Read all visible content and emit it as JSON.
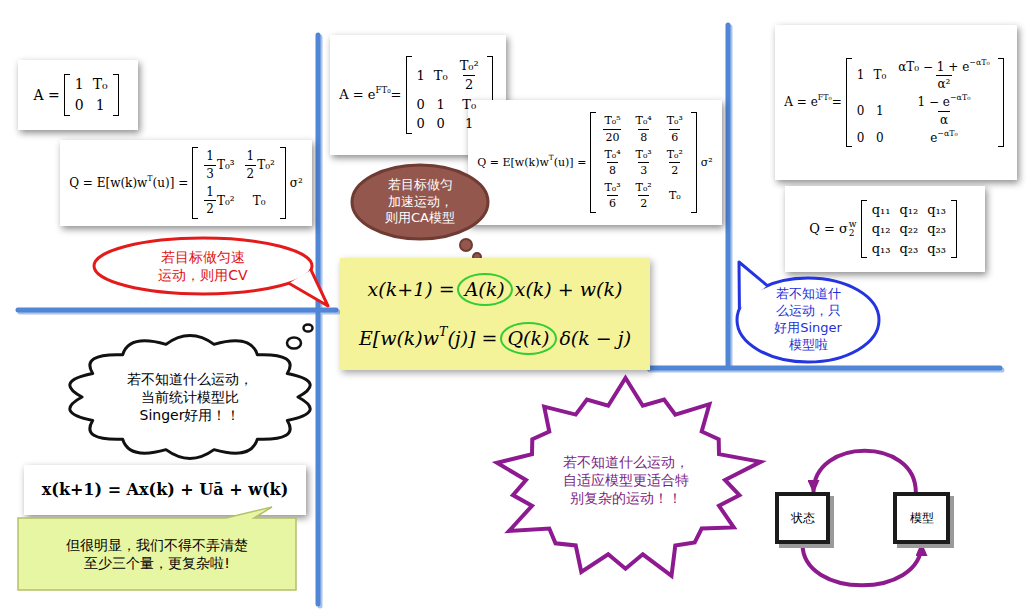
{
  "diagram": {
    "nodes": [
      {
        "text": [
          "A =",
          "1",
          "T₀",
          "0",
          "1"
        ]
      },
      {
        "text": [
          "Q = E[w(k)w",
          "T",
          "(u)] =",
          "1",
          "3",
          "T₀³",
          "1",
          "2",
          "T₀²",
          "1",
          "2",
          "T₀²",
          "T₀",
          "σ²"
        ]
      },
      {
        "text": [
          "若目标做匀速运动，则用CV"
        ]
      },
      {
        "text": [
          "A = e",
          "FT₀",
          "=",
          "1",
          "T₀",
          "T₀²",
          "2",
          "0",
          "1",
          "T₀",
          "0",
          "0",
          "1"
        ]
      },
      {
        "text": [
          "Q = E[w(k)w",
          "T",
          "(u)] =",
          "T₀⁵",
          "20",
          "T₀⁴",
          "8",
          "T₀³",
          "6",
          "T₀⁴",
          "8",
          "T₀³",
          "3",
          "T₀²",
          "2",
          "T₀³",
          "6",
          "T₀²",
          "2",
          "T₀",
          "σ²"
        ]
      },
      {
        "text": [
          "若目标做匀加速运动，则用CA模型"
        ]
      },
      {
        "text": [
          "x(k+1) =",
          "A(k)",
          "x(k) + w(k)",
          "E[w(k)w",
          "T",
          "(j)] =",
          "Q(k)",
          "δ(k − j)"
        ]
      },
      {
        "text": [
          "A = e",
          "FT₀",
          "=",
          "1",
          "T₀",
          "αT₀ − 1 + e",
          "−αT₀",
          "α²",
          "0",
          "1",
          "1 − e",
          "−αT₀",
          "α",
          "0",
          "0",
          "e",
          "−αT₀"
        ]
      },
      {
        "text": [
          "Q = σ",
          "2",
          "w",
          "q₁₁",
          "q₁₂",
          "q₁₃",
          "q₁₂",
          "q₂₂",
          "q₂₃",
          "q₁₃",
          "q₂₃",
          "q₃₃"
        ]
      },
      {
        "text": [
          "若不知道什么运动，只好用Singer模型啦"
        ]
      },
      {
        "text": [
          "若不知道什么运动，当前统计模型比Singer好用！！"
        ]
      },
      {
        "text": [
          "x(k+1) = Ax(k) + Uā + w(k)"
        ]
      },
      {
        "text": [
          "但很明显，我们不得不弄清楚至少三个量，更复杂啦!"
        ]
      },
      {
        "text": [
          "若不知道什么运动，自适应模型更适合特别复杂的运动！！"
        ]
      },
      {
        "text": [
          "状态"
        ]
      },
      {
        "text": [
          "模型"
        ]
      }
    ],
    "edges": [
      {
        "from": 15,
        "to": 14,
        "arrow": "to"
      },
      {
        "from": 14,
        "to": 15,
        "arrow": "to"
      }
    ]
  }
}
